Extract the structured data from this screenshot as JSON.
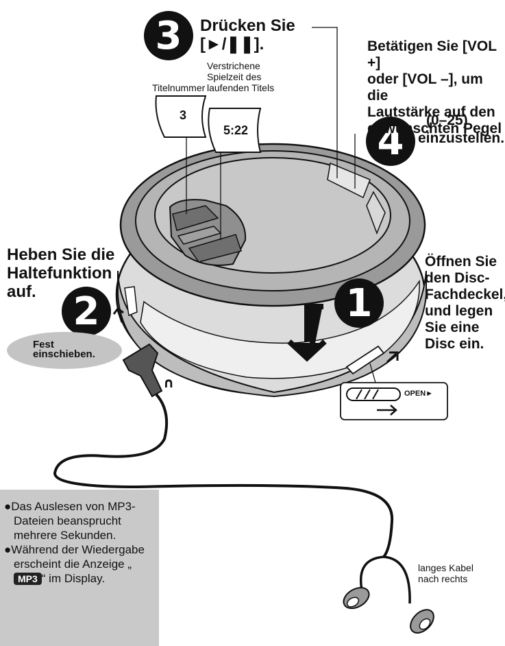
{
  "steps": {
    "s1": "1",
    "s2": "2",
    "s3": "3",
    "s4": "4"
  },
  "step3": {
    "title_line1": "Drücken Sie",
    "title_line2": "[►/❚❚]."
  },
  "step4": {
    "line1": "Betätigen Sie [VOL +]",
    "line2": "oder [VOL –], um die",
    "line3": "Lautstärke auf den",
    "line4": "gewünschten Pegel",
    "line5": "(0–25)",
    "line6": "einzustellen."
  },
  "step2": {
    "line1": "Heben Sie die",
    "line2": "Haltefunktion",
    "line3": "auf."
  },
  "step1": {
    "line1": "Öffnen Sie",
    "line2": "den Disc-",
    "line3": "Fachdeckel,",
    "line4": "und legen",
    "line5": "Sie eine",
    "line6": "Disc ein."
  },
  "labels": {
    "track_number": "Titelnummer",
    "elapsed_1": "Verstrichene",
    "elapsed_2": "Spielzeit des",
    "elapsed_3": "laufenden Titels",
    "track_value": "3",
    "time_value": "5:22",
    "fest_1": "Fest",
    "fest_2": "einschieben.",
    "open": "OPEN►",
    "headphone_icon": "headphone-icon",
    "cable_1": "langes Kabel",
    "cable_2": "nach rechts"
  },
  "notes": {
    "n1": "●Das Auslesen von MP3-Dateien beansprucht mehrere Sekunden.",
    "n2a": "●Während der Wiedergabe erscheint die Anzeige „",
    "badge": "MP3",
    "n2b": "“ im Display."
  },
  "colors": {
    "player_dark": "#8a8a8a",
    "player_mid": "#b8b8b8",
    "player_light": "#dedede",
    "note_bg": "#c9c9c9"
  }
}
